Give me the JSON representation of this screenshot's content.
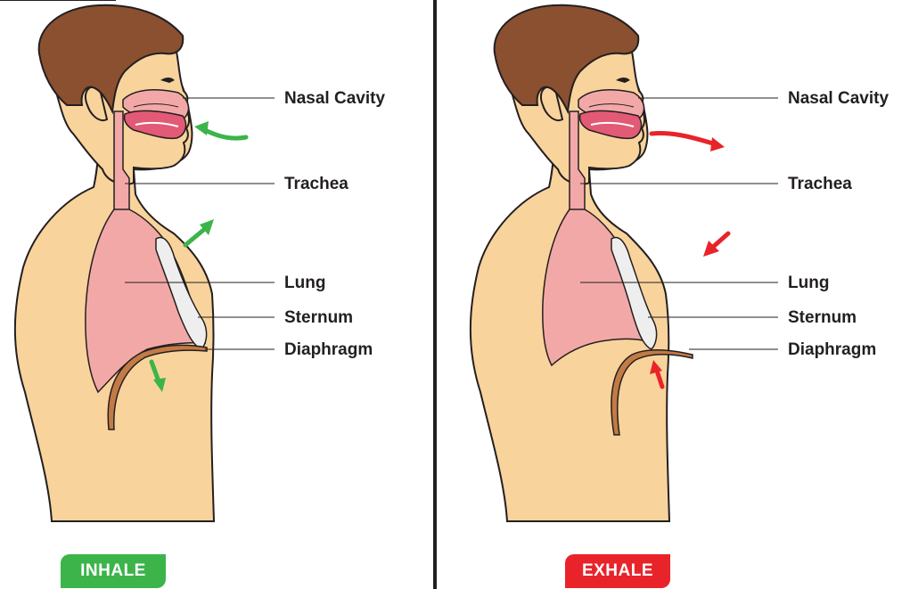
{
  "panels": [
    {
      "id": "inhale",
      "badge": "INHALE",
      "badge_color": "#3cb44a",
      "arrow_color": "#3cb44a",
      "labels": {
        "nasal": "Nasal Cavity",
        "trachea": "Trachea",
        "lung": "Lung",
        "sternum": "Sternum",
        "diaphragm": "Diaphragm"
      }
    },
    {
      "id": "exhale",
      "badge": "EXHALE",
      "badge_color": "#e8242a",
      "arrow_color": "#e8242a",
      "labels": {
        "nasal": "Nasal Cavity",
        "trachea": "Trachea",
        "lung": "Lung",
        "sternum": "Sternum",
        "diaphragm": "Diaphragm"
      }
    }
  ],
  "colors": {
    "skin": "#f9d39c",
    "hair": "#8a5030",
    "lung": "#f3a8a8",
    "mouth": "#e25a76",
    "sternum": "#eeeeee",
    "diaphragm": "#c37a45",
    "outline": "#231f20"
  }
}
